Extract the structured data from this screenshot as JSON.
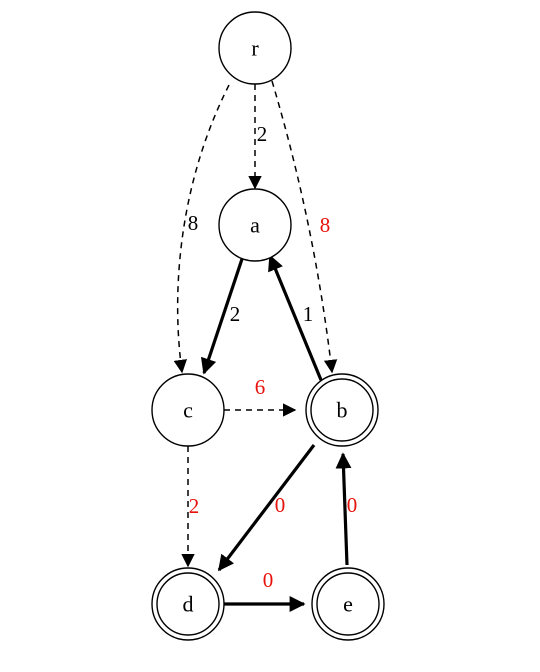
{
  "colors": {
    "black_label": "#000000",
    "red_label": "#e8120c"
  },
  "nodes": [
    {
      "id": "r",
      "label": "r",
      "accepting": false
    },
    {
      "id": "a",
      "label": "a",
      "accepting": false
    },
    {
      "id": "b",
      "label": "b",
      "accepting": true
    },
    {
      "id": "c",
      "label": "c",
      "accepting": false
    },
    {
      "id": "d",
      "label": "d",
      "accepting": true
    },
    {
      "id": "e",
      "label": "e",
      "accepting": true
    }
  ],
  "edges": [
    {
      "from": "r",
      "to": "a",
      "label": "2",
      "style": "dashed",
      "label_color": "black"
    },
    {
      "from": "r",
      "to": "c",
      "label": "8",
      "style": "dashed",
      "label_color": "black"
    },
    {
      "from": "r",
      "to": "b",
      "label": "8",
      "style": "dashed",
      "label_color": "red"
    },
    {
      "from": "a",
      "to": "c",
      "label": "2",
      "style": "solid",
      "label_color": "black"
    },
    {
      "from": "b",
      "to": "a",
      "label": "1",
      "style": "solid",
      "label_color": "black"
    },
    {
      "from": "c",
      "to": "b",
      "label": "6",
      "style": "dashed",
      "label_color": "red"
    },
    {
      "from": "c",
      "to": "d",
      "label": "2",
      "style": "dashed",
      "label_color": "red"
    },
    {
      "from": "b",
      "to": "d",
      "label": "0",
      "style": "solid",
      "label_color": "red"
    },
    {
      "from": "d",
      "to": "e",
      "label": "0",
      "style": "solid",
      "label_color": "red"
    },
    {
      "from": "e",
      "to": "b",
      "label": "0",
      "style": "solid",
      "label_color": "red"
    }
  ]
}
